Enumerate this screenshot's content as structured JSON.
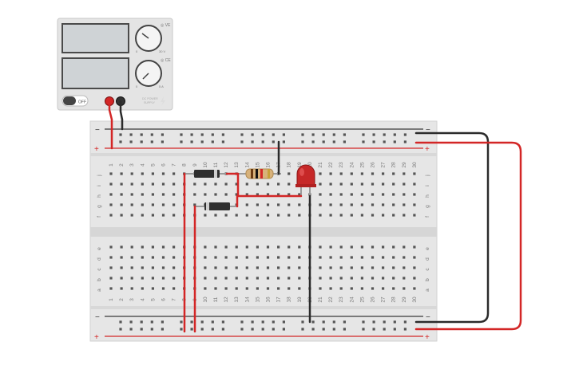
{
  "power_supply": {
    "channel1_label": "◎ VE",
    "channel2_label": "◎ CE",
    "ch1_min": "0",
    "ch1_max": "30 V",
    "ch2_min": "0",
    "ch2_max": "5 A",
    "off_label": "OFF",
    "brand_line1": "DC POWER",
    "brand_line2": "SUPPLY",
    "display1": "",
    "display2": ""
  },
  "breadboard": {
    "minus_symbol": "−",
    "plus_symbol": "+",
    "row_letters_top": [
      "j",
      "i",
      "h",
      "g",
      "f"
    ],
    "row_letters_bottom": [
      "e",
      "d",
      "c",
      "b",
      "a"
    ],
    "column_numbers": [
      "1",
      "2",
      "3",
      "4",
      "5",
      "6",
      "7",
      "8",
      "9",
      "10",
      "11",
      "12",
      "13",
      "14",
      "15",
      "16",
      "17",
      "18",
      "19",
      "20",
      "21",
      "22",
      "23",
      "24",
      "25",
      "26",
      "27",
      "28",
      "29",
      "30"
    ]
  },
  "colors": {
    "wire_red": "#d32626",
    "wire_black": "#2b2b2b",
    "board": "#e6e6e6",
    "rail_red": "#d32626",
    "supply_body": "#e4e4e4",
    "led": "#c62828"
  },
  "components": [
    "diode",
    "diode",
    "resistor",
    "led"
  ]
}
